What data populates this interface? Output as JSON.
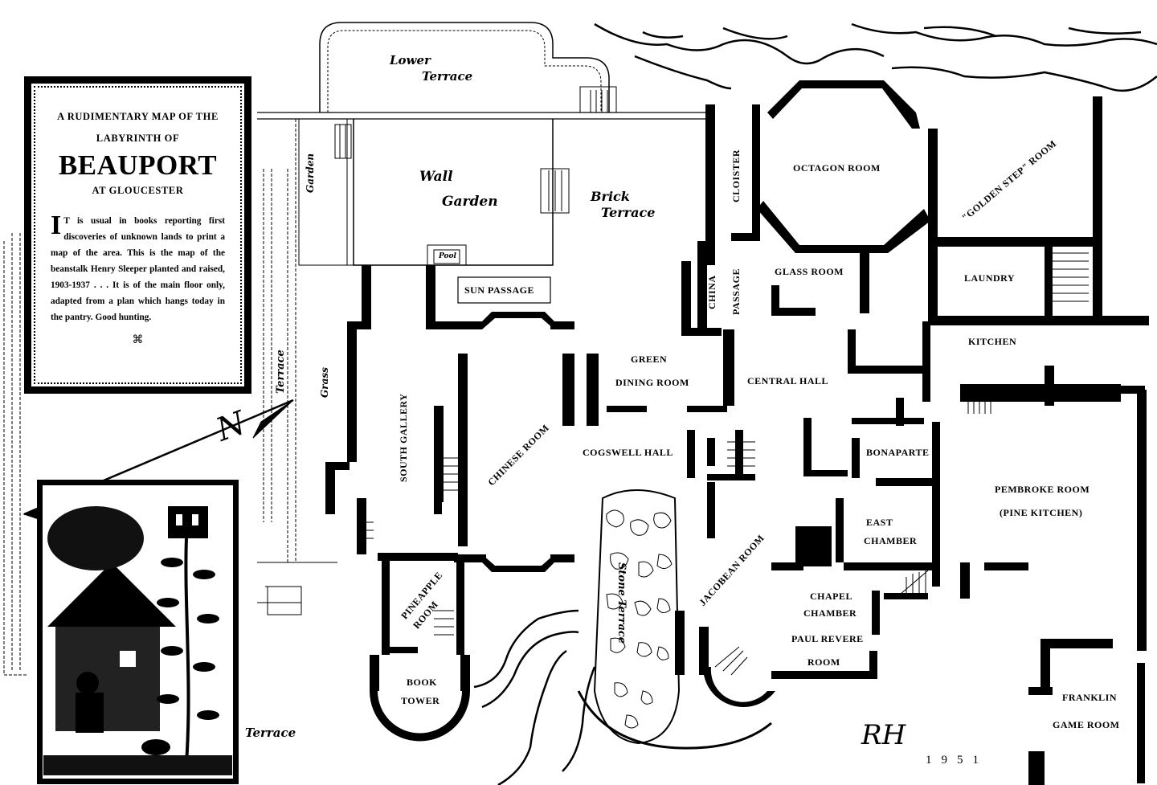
{
  "cartouche": {
    "line1": "A RUDIMENTARY MAP OF THE",
    "line2": "LABYRINTH OF",
    "title": "BEAUPORT",
    "subtitle": "AT GLOUCESTER",
    "dropcap": "I",
    "intro": "T is usual in books reporting first discoveries of unknown lands to print a map of the area. This is the map of the beanstalk Henry Sleeper planted and raised, 1903-1937 . . . It is of the main floor only, adapted from a plan which hangs today in the pantry. Good hunting.",
    "ornament": "⌘"
  },
  "compass": {
    "letter": "N"
  },
  "gardens": {
    "lower_terrace": [
      "Lower",
      "Terrace"
    ],
    "wall_garden": [
      "Wall",
      "Garden"
    ],
    "brick_terrace": [
      "Brick",
      "Terrace"
    ],
    "garden_side": "Garden",
    "grass": "Grass",
    "terrace_side": "Terrace",
    "terrace_bottom": "Terrace",
    "pool": "Pool",
    "stone_terrace": "Stone Terrace"
  },
  "rooms": {
    "sun_passage": "SUN PASSAGE",
    "cloister": "CLOISTER",
    "octagon_room": "OCTAGON ROOM",
    "golden_step_room": "\"GOLDEN STEP\" ROOM",
    "china": "CHINA",
    "passage": "PASSAGE",
    "glass_room": "GLASS ROOM",
    "laundry": "LAUNDRY",
    "kitchen": "KITCHEN",
    "green": "GREEN",
    "dining_room": "DINING ROOM",
    "central_hall": "CENTRAL HALL",
    "south_gallery": "SOUTH GALLERY",
    "chinese_room": "CHINESE ROOM",
    "cogswell_hall": "COGSWELL HALL",
    "bonaparte": "BONAPARTE",
    "pembroke_room": "PEMBROKE ROOM",
    "pine_kitchen": "(PINE KITCHEN)",
    "east": "EAST",
    "chamber": "CHAMBER",
    "jacobean_room": "JACOBEAN ROOM",
    "chapel": "CHAPEL",
    "chapel_chamber": "CHAMBER",
    "paul_revere": "PAUL REVERE",
    "paul_revere_room": "ROOM",
    "pineapple": "PINEAPPLE",
    "pineapple_room": "ROOM",
    "book": "BOOK",
    "tower": "TOWER",
    "franklin": "FRANKLIN",
    "game_room": "GAME ROOM"
  },
  "signature": {
    "initials": "RH",
    "year": "1951"
  }
}
